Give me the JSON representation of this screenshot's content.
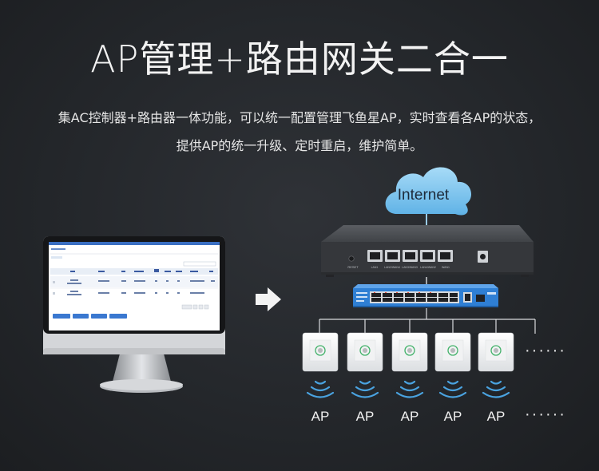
{
  "title": "AP管理+路由网关二合一",
  "description": {
    "line1": "集AC控制器+路由器一体功能，可以统一配置管理飞鱼星AP，实时查看各AP的状态，",
    "line2": "提供AP的统一升级、定时重启，维护简单。"
  },
  "cloud_label": "Internet",
  "router": {
    "port_labels": [
      "LAN1",
      "LAN2/WAN4",
      "LAN3/WAN3",
      "LAN4/WAN2",
      "WAN1"
    ],
    "reset_label": "RESET"
  },
  "access_points": [
    {
      "label": "AP"
    },
    {
      "label": "AP"
    },
    {
      "label": "AP"
    },
    {
      "label": "AP"
    },
    {
      "label": "AP"
    }
  ],
  "ellipsis": "······",
  "colors": {
    "background": "#26292d",
    "cloud": "#7dc3ee",
    "switch": "#2f7fd4",
    "router_body": "#3b3d41"
  },
  "monitor_icon": "computer-monitor-icon",
  "arrow_icon": "right-arrow-icon"
}
